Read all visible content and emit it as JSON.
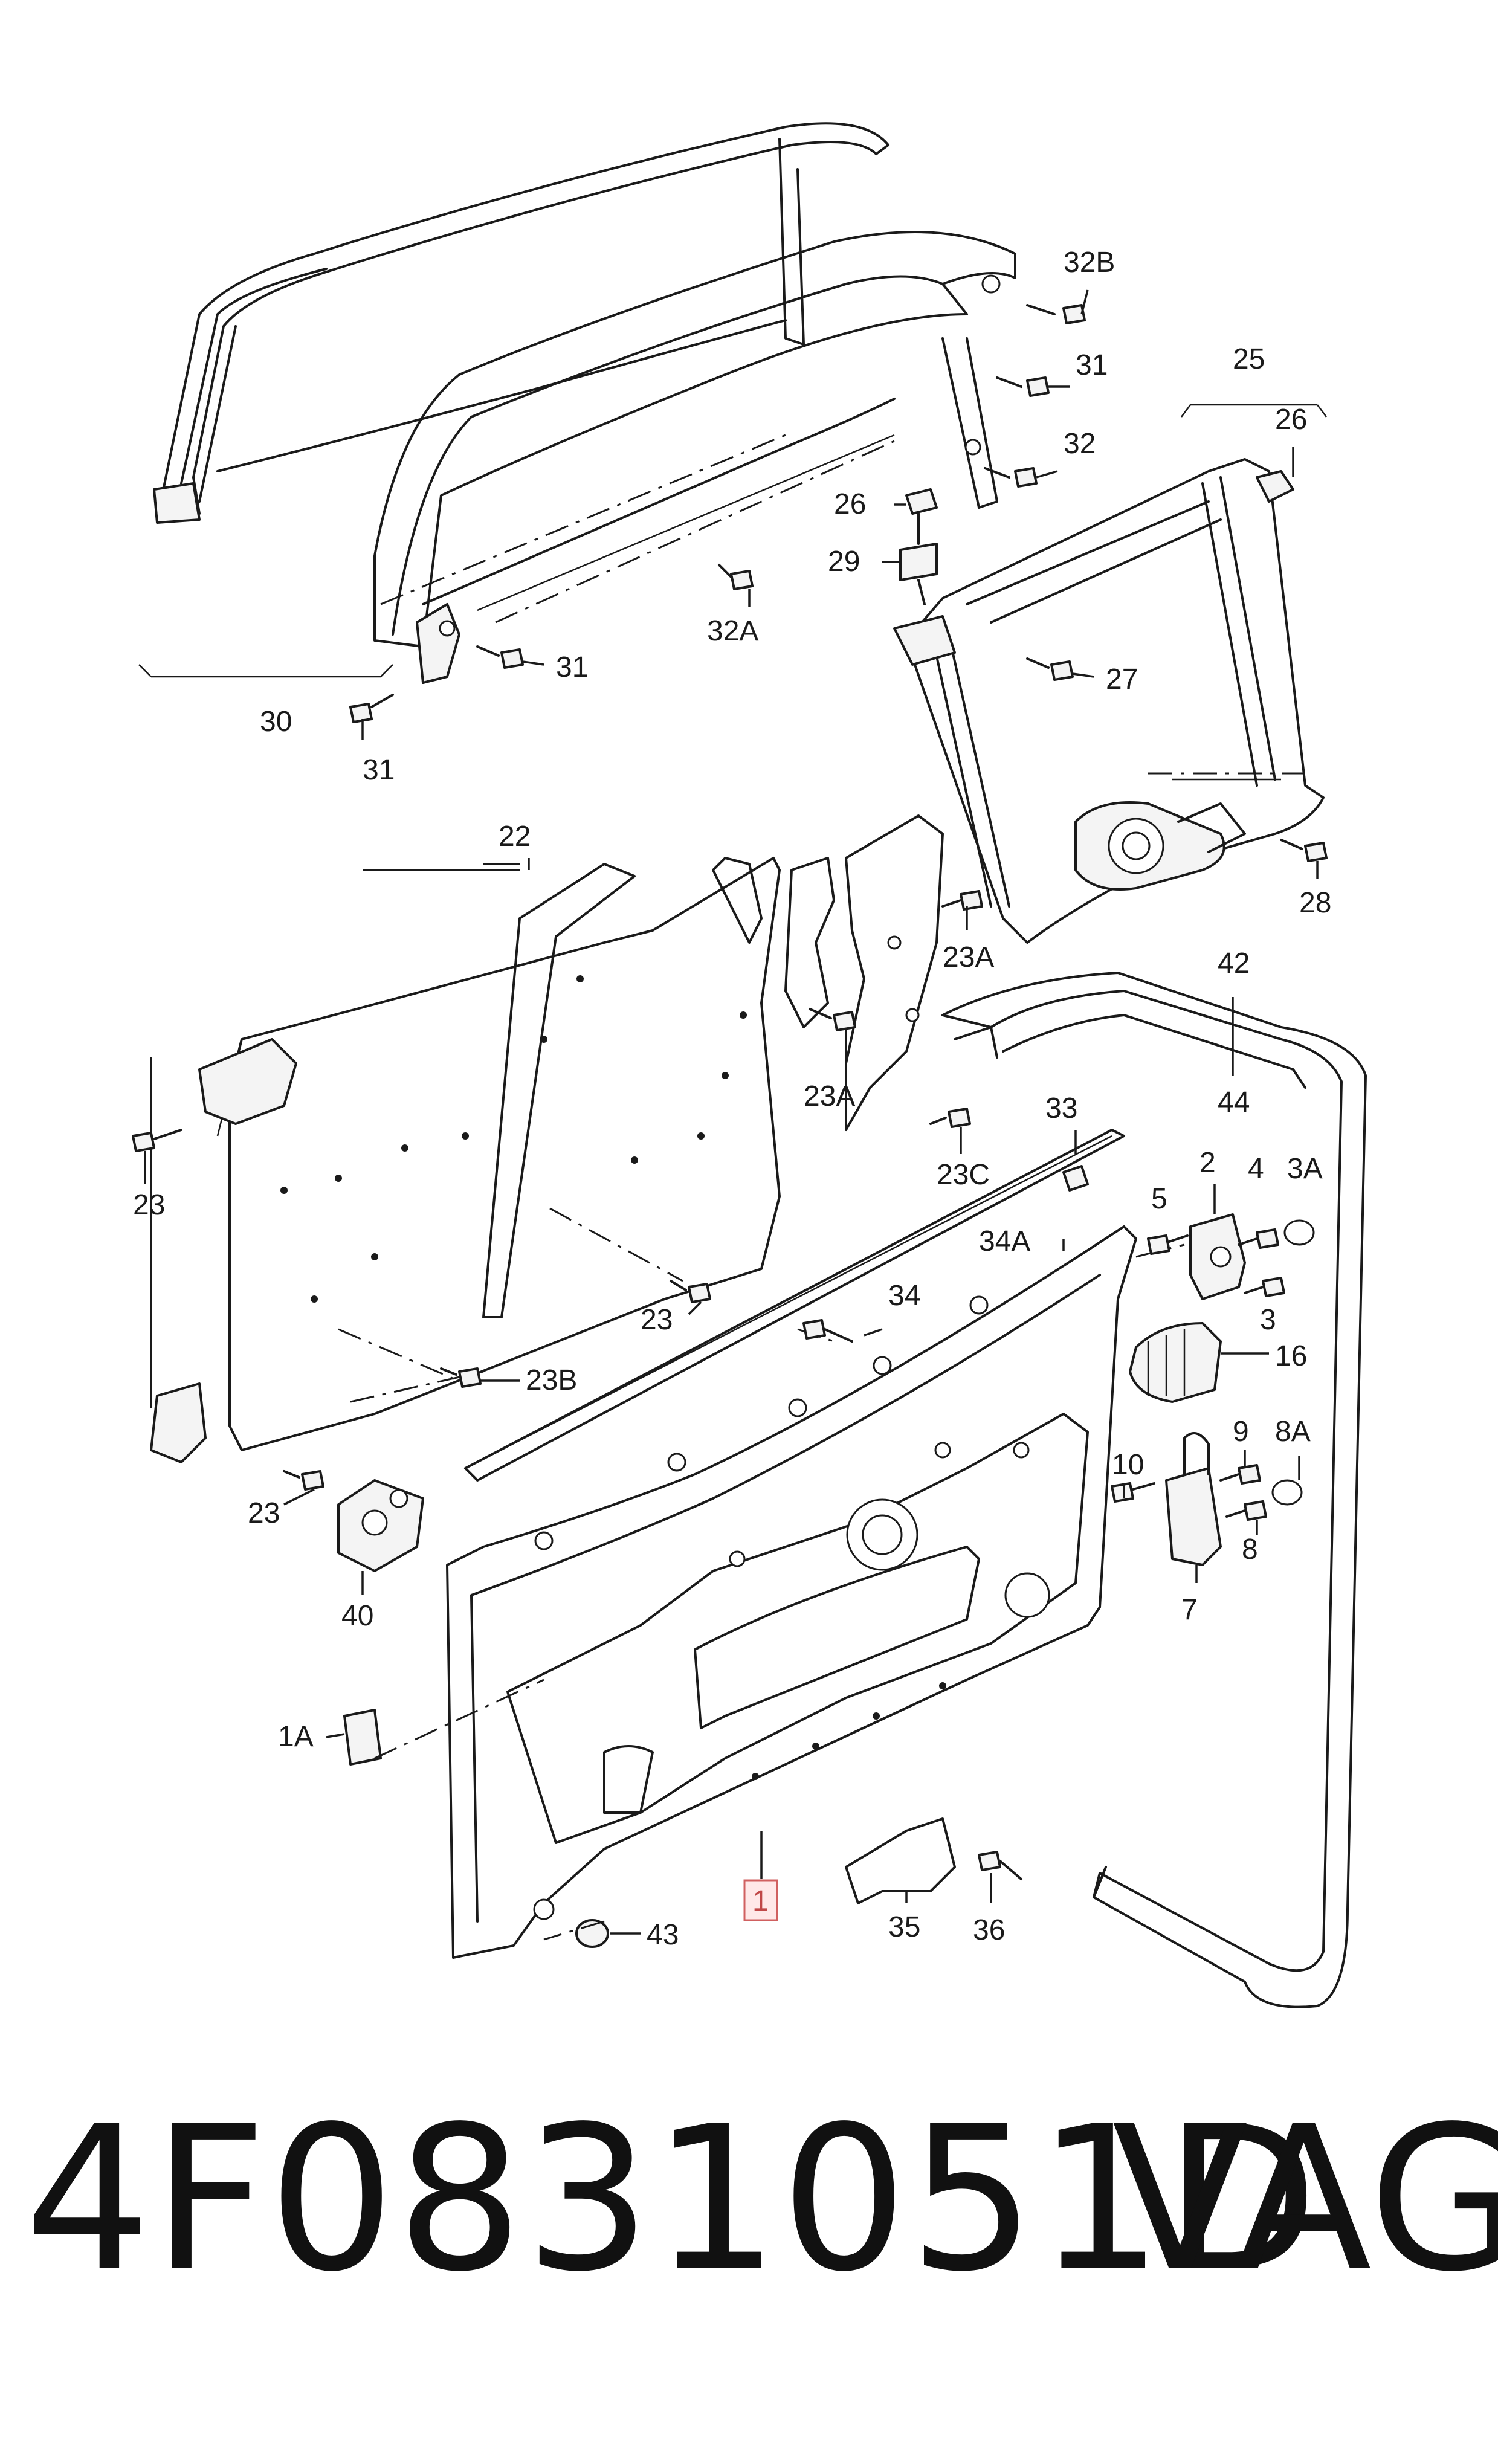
{
  "callouts": {
    "c30": "30",
    "c31a": "31",
    "c31b": "31",
    "c31c": "31",
    "c32": "32",
    "c32a": "32A",
    "c32b": "32B",
    "c26a": "26",
    "c26b": "26",
    "c29": "29",
    "c25": "25",
    "c27": "27",
    "c28": "28",
    "c22": "22",
    "c23a": "23",
    "c23b": "23",
    "c23c": "23",
    "c23A1": "23A",
    "c23A2": "23A",
    "c23B": "23B",
    "c23C": "23C",
    "c42": "42",
    "c44": "44",
    "c33": "33",
    "c34": "34",
    "c34a": "34A",
    "c2": "2",
    "c4": "4",
    "c3a": "3A",
    "c5": "5",
    "c3": "3",
    "c16": "16",
    "c10": "10",
    "c9": "9",
    "c8a": "8A",
    "c8": "8",
    "c7": "7",
    "c40": "40",
    "c1a": "1A",
    "c1": "1",
    "c43": "43",
    "c35": "35",
    "c36": "36"
  },
  "footer": {
    "part_number": "4F0831051D",
    "brand": "VAG"
  },
  "highlight_color": "#d06060"
}
